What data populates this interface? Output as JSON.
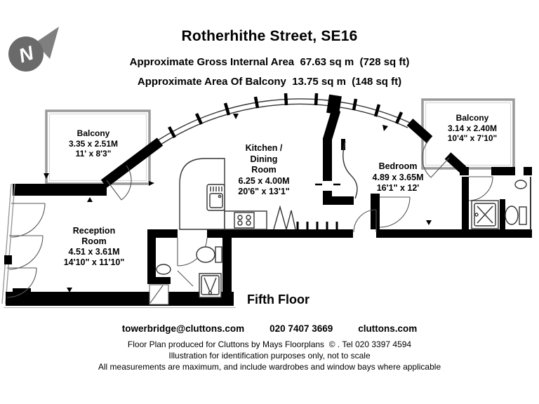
{
  "header": {
    "title": "Rotherhithe Street, SE16",
    "gross_area": "Approximate Gross Internal Area  67.63 sq m  (728 sq ft)",
    "balcony_area": "Approximate Area Of Balcony  13.75 sq m  (148 sq ft)"
  },
  "compass": {
    "label": "N"
  },
  "rooms": {
    "balcony_left": {
      "name": "Balcony",
      "metric": "3.35 x 2.51M",
      "imperial": "11' x 8'3\""
    },
    "reception": {
      "name1": "Reception",
      "name2": "Room",
      "metric": "4.51 x 3.61M",
      "imperial": "14'10\" x 11'10\""
    },
    "kitchen": {
      "name1": "Kitchen /",
      "name2": "Dining",
      "name3": "Room",
      "metric": "6.25 x 4.00M",
      "imperial": "20'6\" x 13'1\""
    },
    "bedroom": {
      "name": "Bedroom",
      "metric": "4.89 x 3.65M",
      "imperial": "16'1\" x 12'"
    },
    "balcony_right": {
      "name": "Balcony",
      "metric": "3.14 x 2.40M",
      "imperial": "10'4\" x 7'10\""
    }
  },
  "floor_label": "Fifth Floor",
  "footer": {
    "email": "towerbridge@cluttons.com",
    "phone": "020 7407 3669",
    "website": "cluttons.com",
    "credit": "Floor Plan produced for Cluttons by Mays Floorplans  © . Tel 020 3397 4594",
    "disclaimer1": "Illustration for identification purposes only, not to scale",
    "disclaimer2": "All measurements are maximum, and include wardrobes and window bays where applicable"
  },
  "colors": {
    "wall": "#000000",
    "compass_circle": "#6a6a6a",
    "compass_arrow": "#7f7f7f",
    "balcony_border": "#9a9a9a"
  }
}
